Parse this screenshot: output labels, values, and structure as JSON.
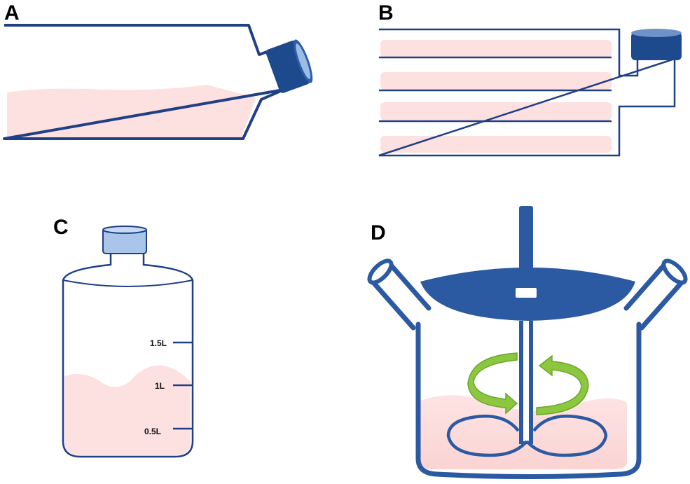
{
  "panels": [
    {
      "id": "A",
      "label": "A"
    },
    {
      "id": "B",
      "label": "B"
    },
    {
      "id": "C",
      "label": "C",
      "graduations": [
        "1.5L",
        "1L",
        "0.5L"
      ]
    },
    {
      "id": "D",
      "label": "D"
    }
  ],
  "colors": {
    "outline": "#1f3f86",
    "cap_dark": "#1d4a8c",
    "cap_light": "#a9c6ea",
    "medium": "#fde0e0",
    "stir_arrow": "#8dc63f"
  }
}
